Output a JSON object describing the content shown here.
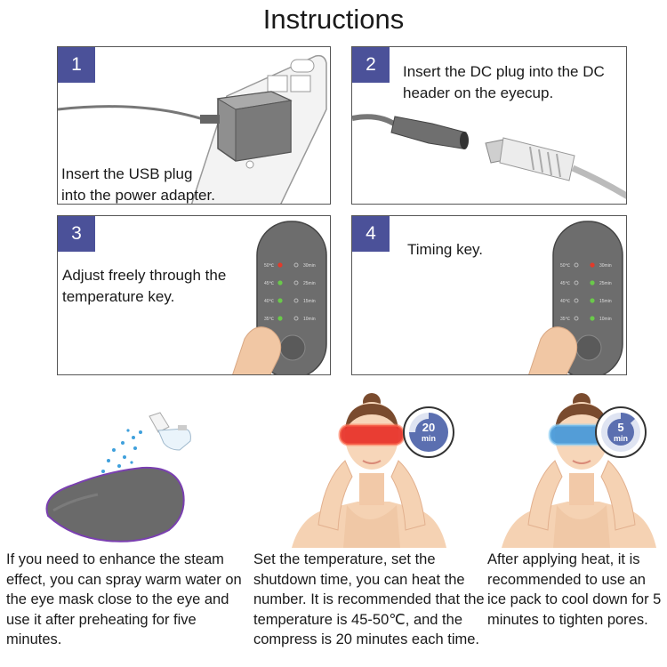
{
  "title": "Instructions",
  "steps": [
    {
      "number": "1",
      "text_line1": "Insert the USB plug",
      "text_line2": "into the power adapter."
    },
    {
      "number": "2",
      "text_line1": "Insert the DC plug into the DC",
      "text_line2": "header on the eyecup."
    },
    {
      "number": "3",
      "text_line1": "Adjust freely through the",
      "text_line2": "temperature key."
    },
    {
      "number": "4",
      "text_line1": "Timing key.",
      "text_line2": ""
    }
  ],
  "remote_labels": {
    "temps": [
      "50℃",
      "45℃",
      "40℃",
      "35℃"
    ],
    "times": [
      "30min",
      "25min",
      "15min",
      "10min"
    ]
  },
  "timers": [
    {
      "value": "20",
      "unit": "min"
    },
    {
      "value": "5",
      "unit": "min"
    }
  ],
  "captions": [
    "If you need to enhance the steam effect, you can spray warm water on the eye mask close to the eye and use it after preheating for five minutes.",
    "Set the temperature, set the shutdown time, you can heat the number. It is recommended that the temperature is 45-50℃, and the compress is 20 minutes each time.",
    "After applying heat, it is recommended to use an ice pack to cool down for 5 minutes to tighten pores."
  ],
  "colors": {
    "step_badge": "#4b5199",
    "heat_mask": "#e8352b",
    "cool_mask": "#4a9ad8",
    "timer_ring": "#5b6fb0"
  }
}
